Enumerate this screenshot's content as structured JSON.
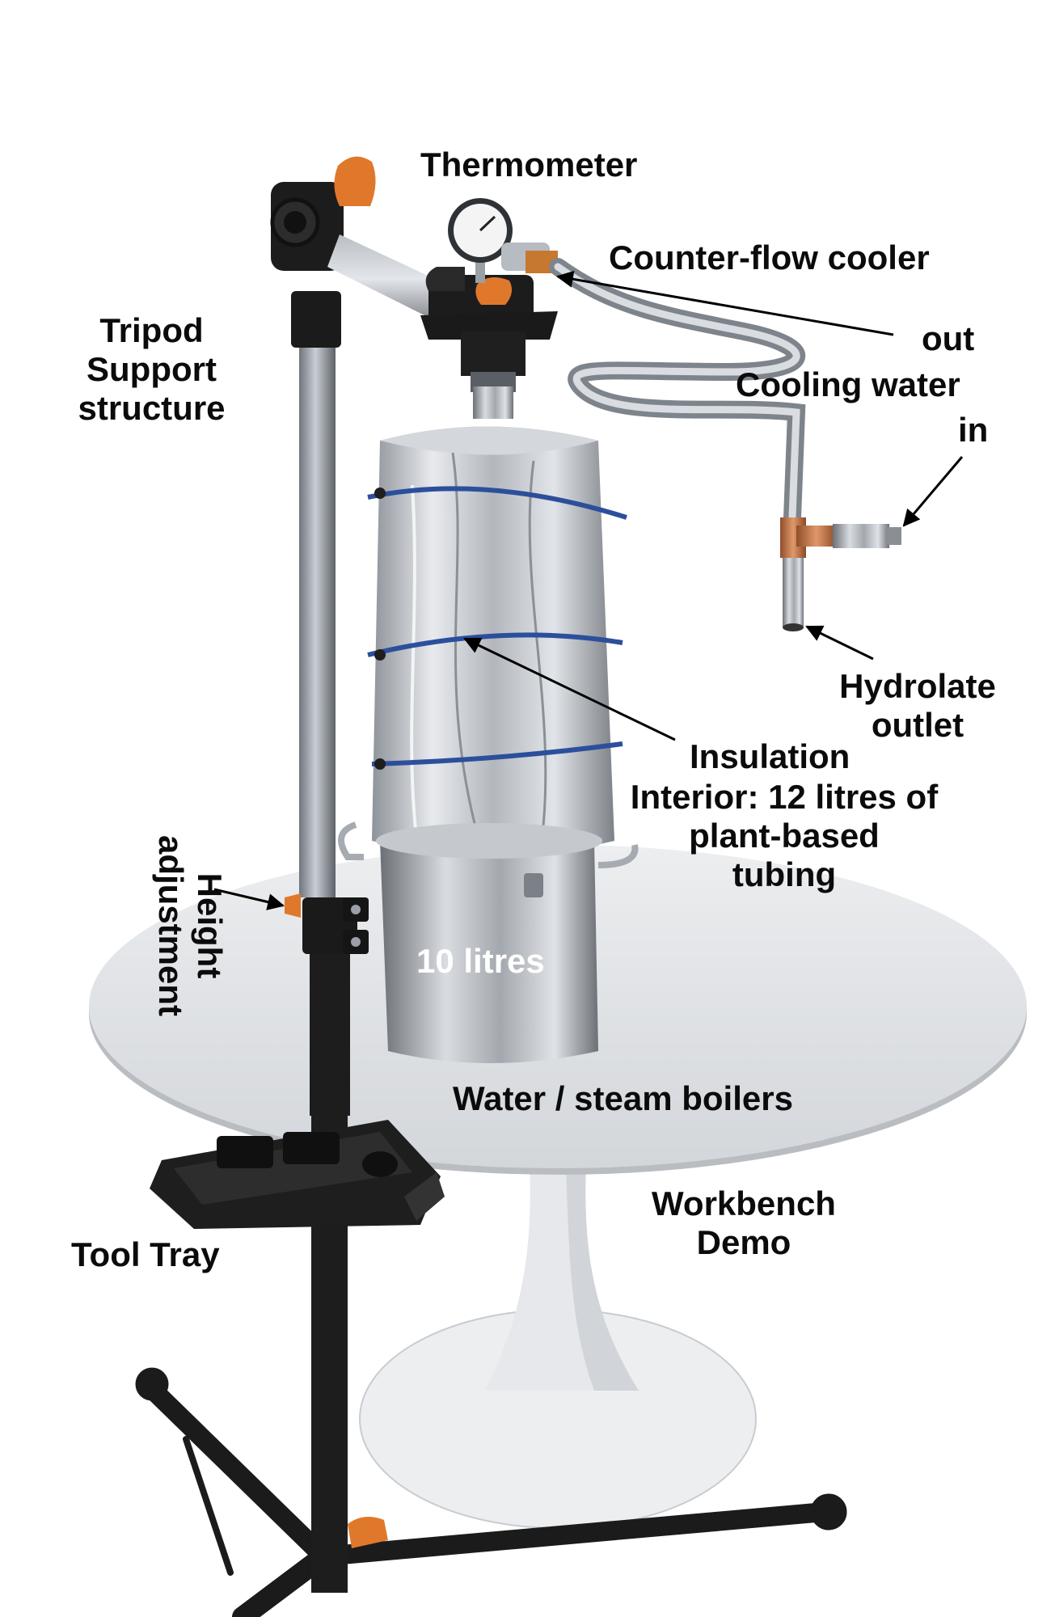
{
  "labels": {
    "thermometer": "Thermometer",
    "counter_flow_cooler": "Counter-flow cooler",
    "tripod_line1": "Tripod",
    "tripod_line2": "Support",
    "tripod_line3": "structure",
    "cooling_out": "out",
    "cooling_water": "Cooling water",
    "cooling_in": "in",
    "hydrolate_line1": "Hydrolate",
    "hydrolate_line2": "outlet",
    "insulation": "Insulation",
    "interior_line1": "Interior: 12 litres of",
    "interior_line2": "plant-based",
    "interior_line3": "tubing",
    "height_line1": "Height",
    "height_line2": "adjustment",
    "boiler_volume": "10 litres",
    "water_steam_boilers": "Water / steam boilers",
    "workbench_line1": "Workbench",
    "workbench_line2": "Demo",
    "tool_tray": "Tool Tray"
  },
  "colors": {
    "background": "#ffffff",
    "label_text": "#0b0b0b",
    "boiler_label": "#ffffff",
    "knob_orange": "#e0782c",
    "insulation_foil": "#c9ccd1",
    "strap_blue": "#2c4f9c",
    "copper": "#c8784a",
    "table_white": "#f2f2f2"
  }
}
